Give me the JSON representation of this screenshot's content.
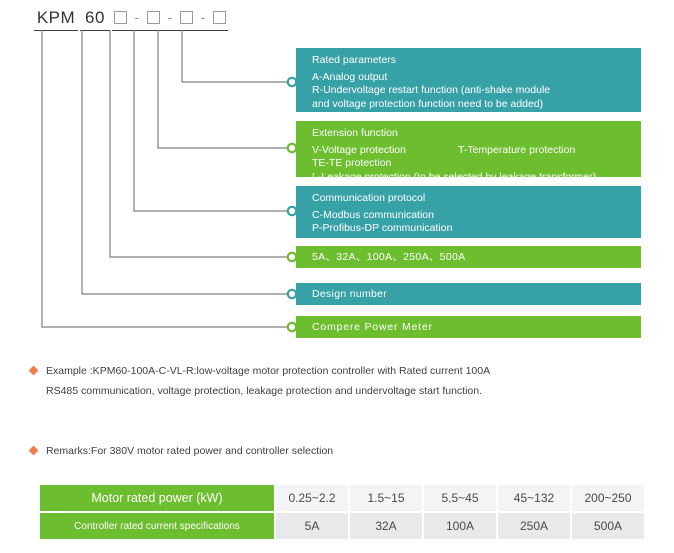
{
  "code_header": {
    "prefix": "KPM",
    "series": "60",
    "option_boxes": 4,
    "separator": "-"
  },
  "colors": {
    "teal": "#37a1a8",
    "green": "#6cbe2f",
    "bullet_orange": "#f0804f",
    "line_gray": "#808080"
  },
  "callouts": [
    {
      "name": "rated-parameters",
      "color": "teal",
      "title": "Rated parameters",
      "lines": [
        "A-Analog output",
        "R-Undervoltage restart function (anti-shake module",
        "and voltage protection function need to be added)"
      ]
    },
    {
      "name": "extension-function",
      "color": "green",
      "title": "Extension function",
      "lines": [
        "V-Voltage protection",
        "T-Temperature protection",
        "TE-TE protection",
        "L-Leakage protection (to be selected by leakage transformer)"
      ]
    },
    {
      "name": "communication-protocol",
      "color": "teal",
      "title": "Communication protocol",
      "lines": [
        "C-Modbus communication",
        "P-Profibus-DP communication"
      ]
    },
    {
      "name": "rated-current",
      "color": "green",
      "title": "",
      "lines": [
        "5A、3 2A、100A、250A、500A"
      ]
    },
    {
      "name": "design-number",
      "color": "teal",
      "title": "",
      "lines": [
        "Design number"
      ]
    },
    {
      "name": "compere-power-meter",
      "color": "green",
      "title": "",
      "lines": [
        "Compere Power Meter"
      ]
    }
  ],
  "boxes": {
    "rated": {
      "title": "Rated parameters",
      "line1": "A-Analog output",
      "line2": "R-Undervoltage restart function (anti-shake module",
      "line3": "and voltage protection function need to be added)"
    },
    "extension": {
      "title": "Extension function",
      "line1a": "V-Voltage protection",
      "line1b": "T-Temperature protection",
      "line2": "TE-TE protection",
      "line3": "L-Leakage protection (to be selected by leakage transformer)"
    },
    "comm": {
      "title": "Communication protocol",
      "line1": "C-Modbus communication",
      "line2": "P-Profibus-DP communication"
    },
    "current": {
      "text": "5A、32A、100A、250A、500A"
    },
    "design": {
      "text": "Design number"
    },
    "meter": {
      "text": "Compere Power Meter"
    }
  },
  "notes": {
    "example_line1": "Example :KPM60-100A-C-VL-R:low-voltage motor protection controller with Rated current 100A",
    "example_line2": "RS485 communication, voltage protection, leakage protection and undervoltage start function.",
    "remarks_line1": "Remarks:For 380V motor rated power and controller selection"
  },
  "spec_table": {
    "row_headers": [
      "Motor rated power (kW)",
      "Controller rated current specifications"
    ],
    "rows": [
      [
        "0.25~2.2",
        "1.5~15",
        "5.5~45",
        "45~132",
        "200~250"
      ],
      [
        "5A",
        "32A",
        "100A",
        "250A",
        "500A"
      ]
    ]
  }
}
